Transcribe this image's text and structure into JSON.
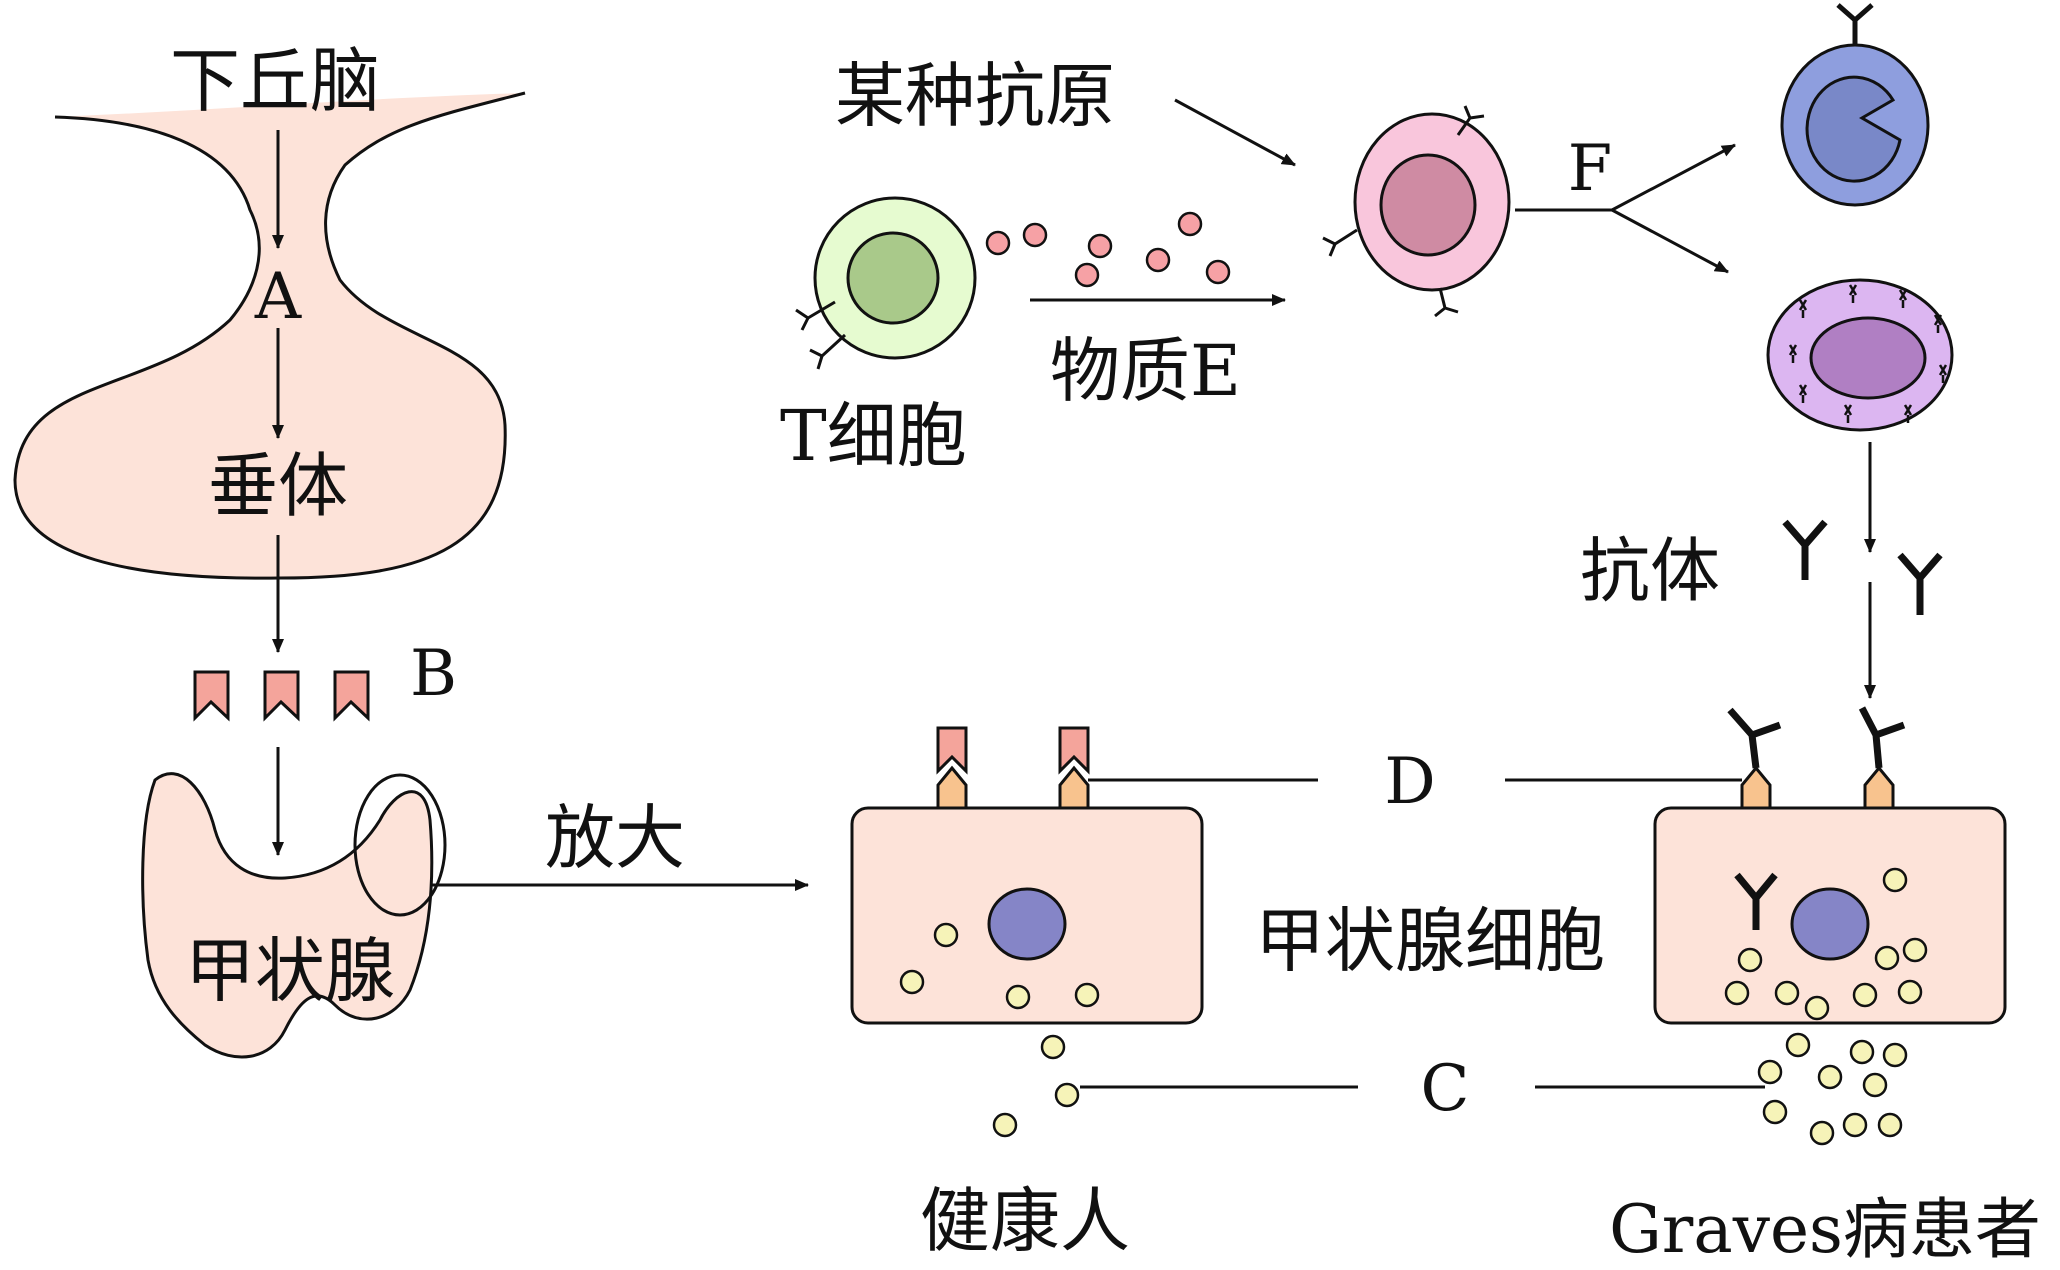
{
  "labels": {
    "hypothalamus": "下丘脑",
    "a": "A",
    "pituitary": "垂体",
    "b": "B",
    "thyroid": "甲状腺",
    "magnify": "放大",
    "antigen": "某种抗原",
    "t_cell": "T细胞",
    "substance_e": "物质E",
    "f": "F",
    "antibody": "抗体",
    "d": "D",
    "thyroid_cell": "甲状腺细胞",
    "c": "C",
    "healthy": "健康人",
    "graves": "Graves病患者"
  },
  "colors": {
    "gland_fill": "#fde3d9",
    "tcell_fill": "#e6fbd0",
    "tcell_nucleus": "#a9c98a",
    "bcell_fill": "#f9c6dc",
    "bcell_nucleus": "#cf8ba3",
    "memory_fill": "#8e9ede",
    "memory_nucleus": "#7988c8",
    "plasma_fill": "#dcb6f1",
    "plasma_nucleus": "#b07fc3",
    "cell_nucleus": "#8585c7",
    "dot_pink": "#f6a1a5",
    "dot_yellow": "#f6f3b8",
    "tsh_marker": "#f4a49b",
    "receptor": "#f8c38e"
  }
}
